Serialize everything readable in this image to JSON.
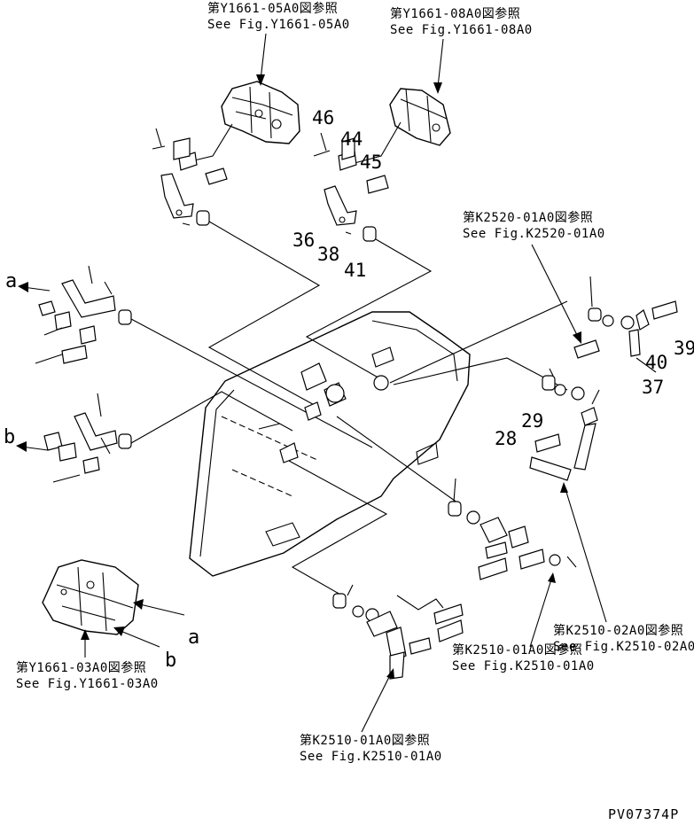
{
  "references": {
    "y1661_05a0": {
      "jp": "第Y1661-05A0図参照",
      "en": "See Fig.Y1661-05A0"
    },
    "y1661_08a0": {
      "jp": "第Y1661-08A0図参照",
      "en": "See Fig.Y1661-08A0"
    },
    "k2520_01a0": {
      "jp": "第K2520-01A0図参照",
      "en": "See Fig.K2520-01A0"
    },
    "k2510_02a0": {
      "jp": "第K2510-02A0図参照",
      "en": "See Fig.K2510-02A0"
    },
    "k2510_01a0_right": {
      "jp": "第K2510-01A0図参照",
      "en": "See Fig.K2510-01A0"
    },
    "k2510_01a0_bottom": {
      "jp": "第K2510-01A0図参照",
      "en": "See Fig.K2510-01A0"
    },
    "y1661_03a0": {
      "jp": "第Y1661-03A0図参照",
      "en": "See Fig.Y1661-03A0"
    }
  },
  "part_numbers": [
    "46",
    "44",
    "45",
    "36",
    "38",
    "41",
    "39",
    "40",
    "37",
    "29",
    "28"
  ],
  "letters": {
    "a_left": "a",
    "b_left": "b",
    "a_bottom": "a",
    "b_bottom": "b"
  },
  "drawing_code": "PV07374P",
  "colors": {
    "line": "#000000",
    "background": "#ffffff"
  }
}
